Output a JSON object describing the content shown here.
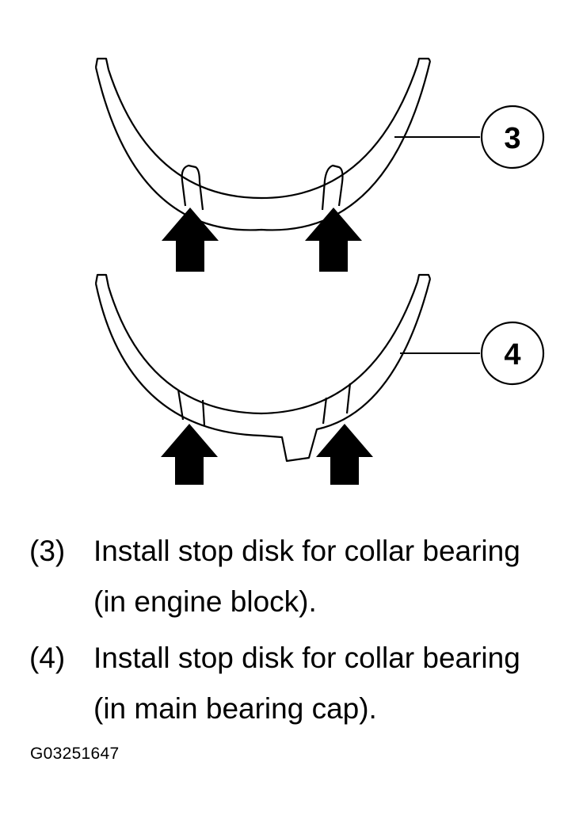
{
  "callouts": {
    "upper": "3",
    "lower": "4"
  },
  "legend": [
    {
      "number": "(3)",
      "line1": "Install stop disk for collar bearing",
      "line2": "(in engine block)."
    },
    {
      "number": "(4)",
      "line1": "Install stop disk for collar bearing",
      "line2": "(in main bearing cap)."
    }
  ],
  "figure_id": "G03251647",
  "icons": [
    "up-arrow-icon"
  ],
  "colors": {
    "ink": "#000000",
    "paper": "#ffffff"
  }
}
